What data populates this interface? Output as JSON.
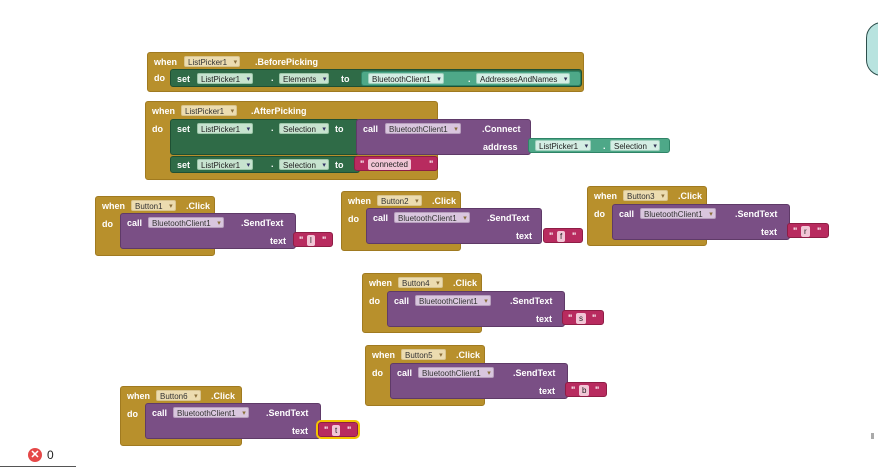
{
  "keywords": {
    "when": "when",
    "do": "do",
    "set": "set",
    "to": "to",
    "call": "call",
    "dot": "."
  },
  "dropdown_glyph": "▾",
  "quote_glyph": "\"",
  "blocks": [
    {
      "event_component": "ListPicker1",
      "event_name": ".BeforePicking",
      "set1": {
        "component": "ListPicker1",
        "property": "Elements",
        "value_component": "BluetoothClient1",
        "value_property": "AddressesAndNames"
      }
    },
    {
      "event_component": "ListPicker1",
      "event_name": ".AfterPicking",
      "set1": {
        "component": "ListPicker1",
        "property": "Selection",
        "call_component": "BluetoothClient1",
        "call_method": ".Connect",
        "param": "address",
        "param_component": "ListPicker1",
        "param_property": "Selection"
      },
      "set2": {
        "component": "ListPicker1",
        "property": "Selection",
        "text": "connected"
      }
    },
    {
      "event_component": "Button1",
      "event_name": ".Click",
      "call_component": "BluetoothClient1",
      "call_method": ".SendText",
      "param": "text",
      "text": "l"
    },
    {
      "event_component": "Button2",
      "event_name": ".Click",
      "call_component": "BluetoothClient1",
      "call_method": ".SendText",
      "param": "text",
      "text": "f"
    },
    {
      "event_component": "Button3",
      "event_name": ".Click",
      "call_component": "BluetoothClient1",
      "call_method": ".SendText",
      "param": "text",
      "text": "r"
    },
    {
      "event_component": "Button4",
      "event_name": ".Click",
      "call_component": "BluetoothClient1",
      "call_method": ".SendText",
      "param": "text",
      "text": "s"
    },
    {
      "event_component": "Button5",
      "event_name": ".Click",
      "call_component": "BluetoothClient1",
      "call_method": ".SendText",
      "param": "text",
      "text": "b"
    },
    {
      "event_component": "Button6",
      "event_name": ".Click",
      "call_component": "BluetoothClient1",
      "call_method": ".SendText",
      "param": "text",
      "text": "t"
    }
  ],
  "status": {
    "error_count": "0",
    "error_icon": "error-icon"
  },
  "colors": {
    "event": "#b8902c",
    "method": "#7a4f85",
    "setter": "#2f6b47",
    "component": "#4ea888",
    "text": "#b82b5f",
    "selected_outline": "#f3c400"
  }
}
